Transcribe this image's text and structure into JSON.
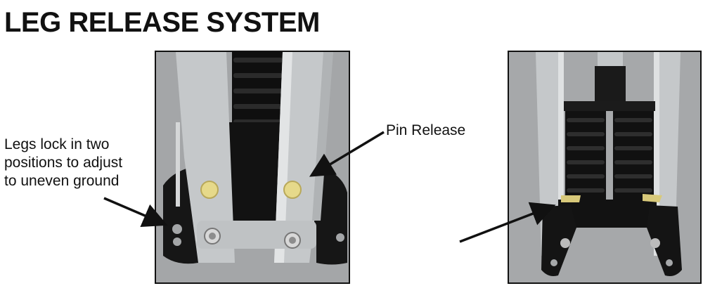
{
  "title": "LEG RELEASE SYSTEM",
  "callouts": {
    "legs_lock": [
      "Legs lock in two",
      "positions to adjust",
      "to uneven ground"
    ],
    "pin_release": "Pin Release"
  },
  "colors": {
    "background": "#ffffff",
    "photo_bg": "#a6a8aa",
    "aluminum": "#c9ccce",
    "bracket": "#1a1a1a",
    "spring": "#111111",
    "pin": "#e6d98a"
  }
}
